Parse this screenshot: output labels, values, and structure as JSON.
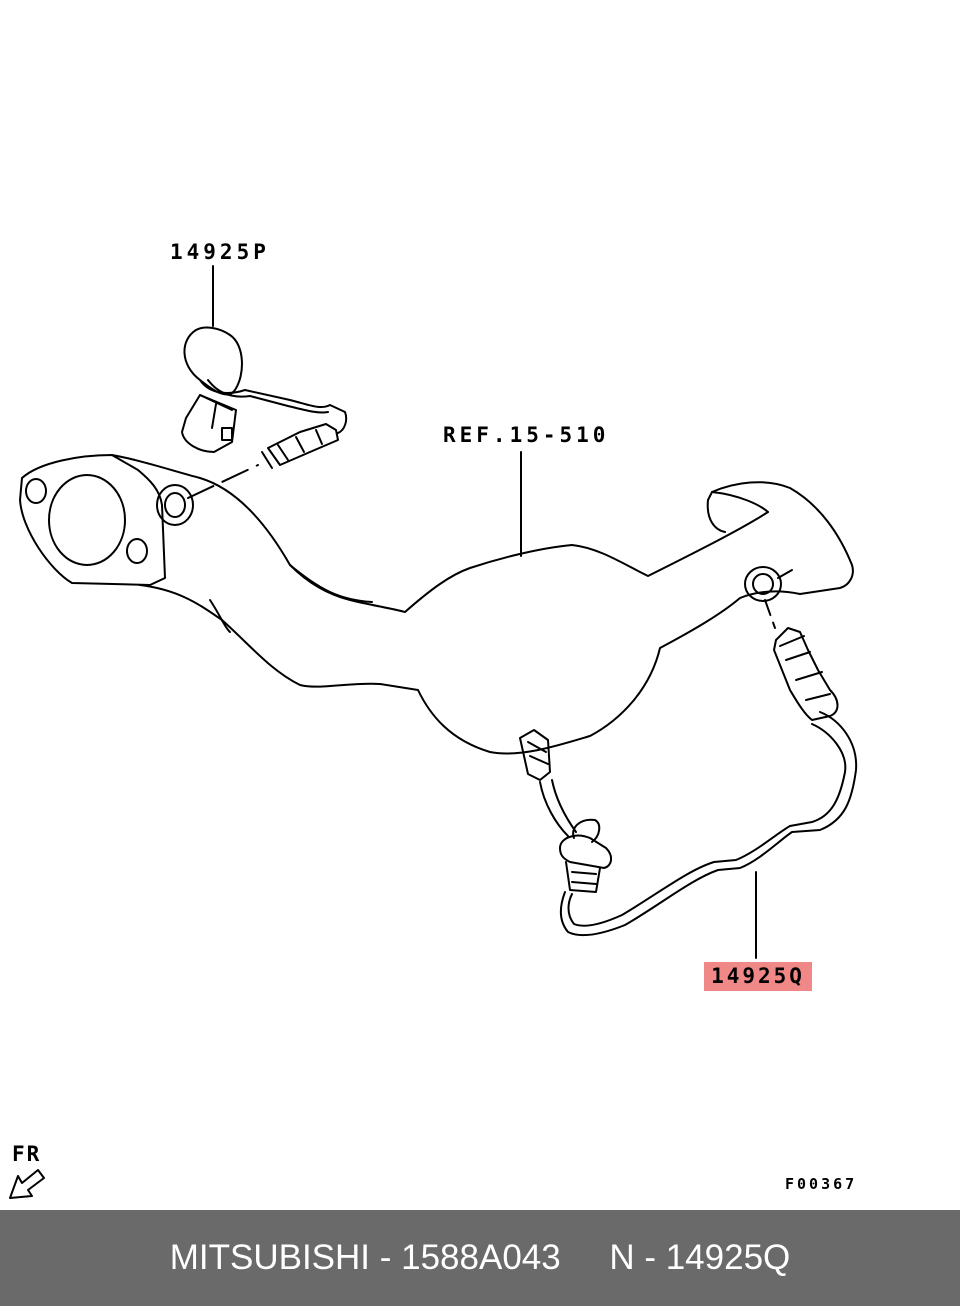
{
  "diagram": {
    "part_label_upper": "14925P",
    "reference_label": "REF.15-510",
    "part_label_lower": "14925Q",
    "highlight_color": "#f08888",
    "direction_label": "FR",
    "figure_code": "F00367"
  },
  "footer": {
    "text": "MITSUBISHI - 1588A043     N - 14925Q",
    "background_color": "#6a6a6a"
  }
}
